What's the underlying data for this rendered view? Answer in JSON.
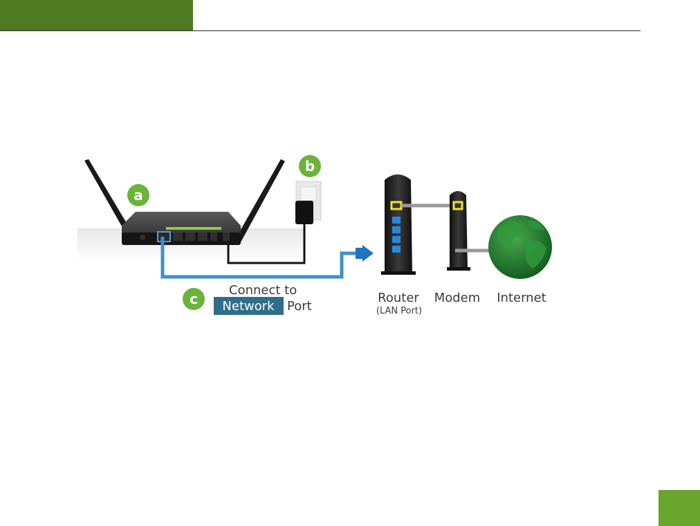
{
  "header": {
    "tab_color": "#4f7a22"
  },
  "diagram": {
    "steps": [
      {
        "letter": "a",
        "meaning": "extender"
      },
      {
        "letter": "b",
        "meaning": "power-outlet"
      },
      {
        "letter": "c",
        "meaning": "network-cable"
      }
    ],
    "caption": {
      "line1": "Connect to",
      "highlight": "Network",
      "suffix": "Port"
    },
    "labels": {
      "router": "Router",
      "router_sub": "(LAN Port)",
      "modem": "Modem",
      "internet": "Internet"
    },
    "colors": {
      "badge": "#6bb33a",
      "cable": "#3e8fcf",
      "highlight_box": "#2f6e8a",
      "port_highlight": "#f2e22a",
      "globe": "#1f7a2a",
      "device": "#1c1c1c"
    }
  },
  "page_number_box": {
    "color": "#6aa62e"
  }
}
